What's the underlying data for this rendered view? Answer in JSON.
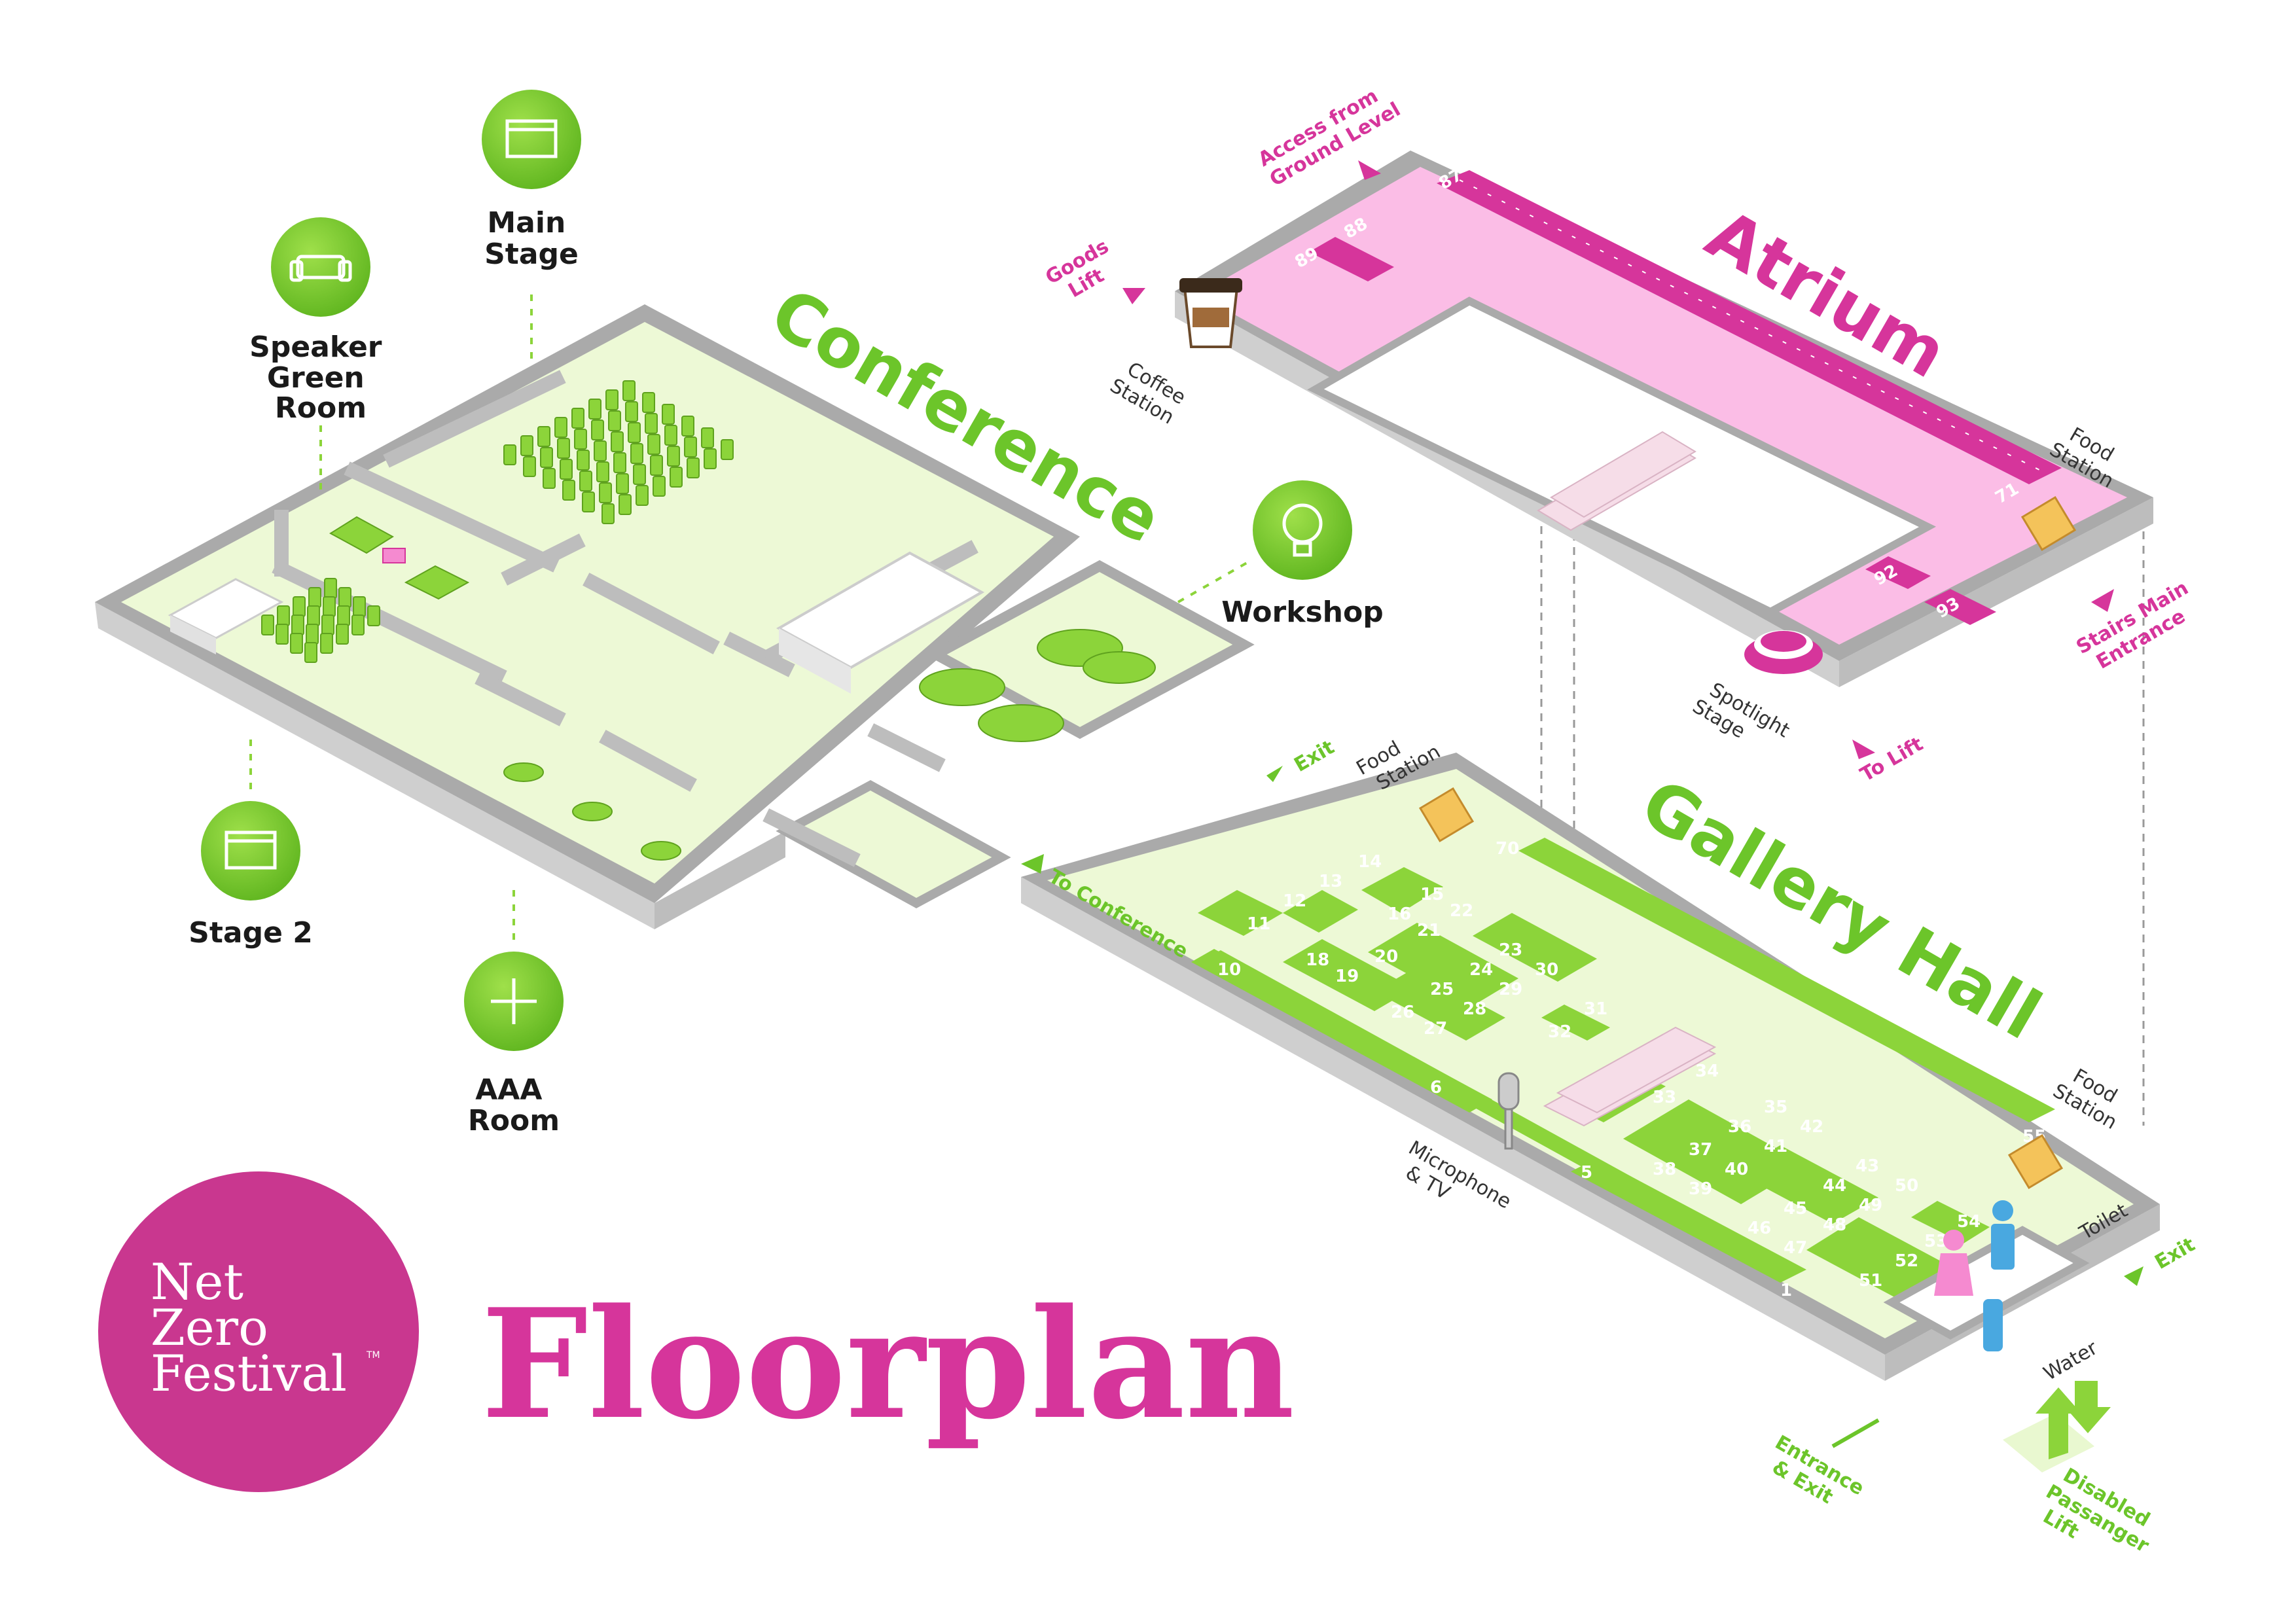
{
  "title": "Floorplan",
  "logo": {
    "line1": "Net",
    "line2": "Zero",
    "line3": "Festival",
    "tm": "TM"
  },
  "colors": {
    "green": "#8cd43a",
    "green_dark": "#6cc52a",
    "green_floor": "#edf9d6",
    "pink": "#d6359b",
    "pink_floor": "#fbbde6",
    "wall_top": "#aaaaaa",
    "wall_side": "#d4d4d4"
  },
  "areas": {
    "conference": "Conference",
    "atrium": "Atrium",
    "gallery": "Gallery Hall"
  },
  "rooms": {
    "main_stage": {
      "line1": "Main",
      "line2": "Stage",
      "icon": "stage-icon"
    },
    "green_room": {
      "line1": "Speaker",
      "line2": "Green",
      "line3": "Room",
      "icon": "sofa-icon"
    },
    "stage2": {
      "line1": "Stage 2",
      "icon": "stage-icon"
    },
    "aaa_room": {
      "line1": "AAA",
      "line2": "Room",
      "icon": "arrows-icon"
    },
    "workshop": {
      "line1": "Workshop",
      "icon": "lightbulb-puzzle-icon"
    }
  },
  "annotations": {
    "access_ground": {
      "line1": "Access from",
      "line2": "Ground Level"
    },
    "goods_lift": {
      "line1": "Goods",
      "line2": "Lift"
    },
    "coffee_station": {
      "line1": "Coffee",
      "line2": "Station"
    },
    "food_station": {
      "line1": "Food",
      "line2": "Station"
    },
    "stairs_main": {
      "line1": "Stairs Main",
      "line2": "Entrance"
    },
    "spotlight_stage": {
      "line1": "Spotlight",
      "line2": "Stage"
    },
    "to_lift": "To Lift",
    "exit": "Exit",
    "to_conference": "To Conference",
    "microphone_tv": {
      "line1": "Microphone",
      "line2": "& TV"
    },
    "toilet": "Toilet",
    "water": "Water",
    "entrance_exit": {
      "line1": "Entrance",
      "line2": "& Exit"
    },
    "disabled_lift": {
      "line1": "Disabled",
      "line2": "Passanger",
      "line3": "Lift"
    }
  },
  "atrium_stands": [
    "87",
    "88",
    "89",
    "71",
    "92",
    "93"
  ],
  "gallery_stands": [
    "1",
    "5",
    "6",
    "10",
    "11",
    "12",
    "13",
    "14",
    "15",
    "16",
    "18",
    "19",
    "20",
    "21",
    "22",
    "23",
    "24",
    "25",
    "26",
    "27",
    "28",
    "29",
    "30",
    "31",
    "32",
    "33",
    "34",
    "35",
    "36",
    "37",
    "38",
    "39",
    "40",
    "41",
    "42",
    "43",
    "44",
    "45",
    "46",
    "47",
    "48",
    "49",
    "50",
    "51",
    "52",
    "53",
    "54",
    "55",
    "70"
  ]
}
